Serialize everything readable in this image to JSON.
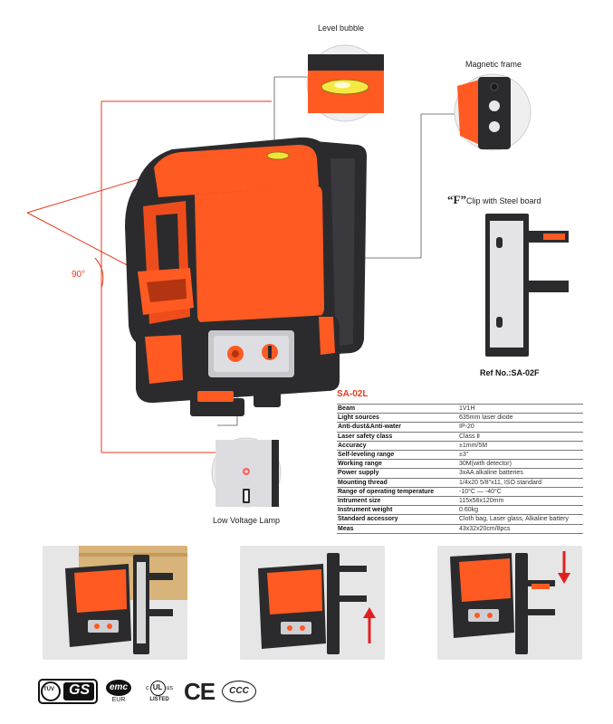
{
  "callouts": {
    "level_bubble": "Level bubble",
    "magnetic_frame": "Magnetic frame",
    "clip_prefix": "“F”",
    "clip_suffix": "Clip with Steel board",
    "low_voltage_lamp": "Low Voltage Lamp",
    "angle": "90°"
  },
  "ref_number": "Ref No.:SA-02F",
  "spec": {
    "model": "SA-02L",
    "rows": [
      {
        "key": "Beam",
        "value": "1V1H"
      },
      {
        "key": "Light sources",
        "value": "635mm laser diode"
      },
      {
        "key": "Anti-dust&Anti-water",
        "value": "IP-20"
      },
      {
        "key": "Laser safety class",
        "value": "Class Ⅱ"
      },
      {
        "key": "Accuracy",
        "value": "±1mm/5M"
      },
      {
        "key": "Self-leveling range",
        "value": "±3°"
      },
      {
        "key": "Working range",
        "value": "30M(with detector)"
      },
      {
        "key": "Power supply",
        "value": "3xAA alkaline batteries"
      },
      {
        "key": "Mounting thread",
        "value": "1/4x20 5/8\"x11, ISO standard"
      },
      {
        "key": "Range of operating temperature",
        "value": "-10°C  —  -40°C"
      },
      {
        "key": "Intrument size",
        "value": "115x58x120mm"
      },
      {
        "key": "Instrument weight",
        "value": "0.60kg"
      },
      {
        "key": "Standard accessory",
        "value": "Cloth bag, Laser glass, Alkaline battery"
      },
      {
        "key": "Meas",
        "value": "43x32x20cm/8pcs"
      }
    ]
  },
  "certifications": {
    "tuv_gs": "GS",
    "tuv": "TÜV",
    "emc": "emc",
    "eur": "EUR",
    "ul_c": "c",
    "ul": "UL",
    "ul_us": "us",
    "ul_listed": "LISTED",
    "ce": "CE",
    "ccc": "CCC"
  },
  "colors": {
    "accent": "#e63a1d",
    "body_orange": "#ff5a22",
    "housing_dark": "#2b2b2e",
    "callout_line": "#e63a1d"
  }
}
